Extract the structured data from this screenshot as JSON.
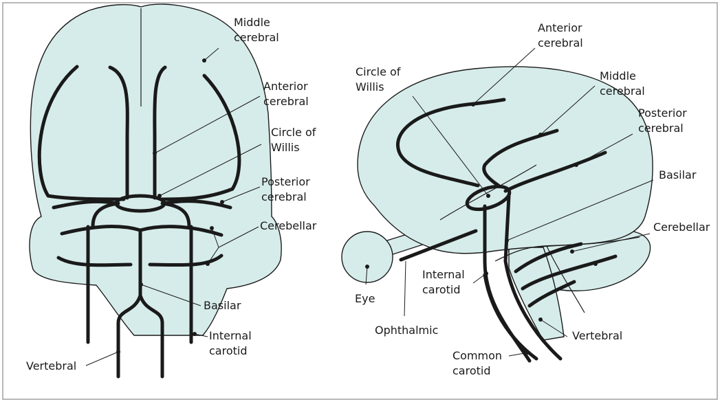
{
  "colors": {
    "tissue": "#d6ecea",
    "vessel": "#1a1a1a",
    "frame": "#888888"
  },
  "front_view": {
    "middle_cerebral": [
      "Middle",
      "cerebral"
    ],
    "anterior_cerebral": [
      "Anterior",
      "cerebral"
    ],
    "circle_of_willis": [
      "Circle of",
      "Willis"
    ],
    "posterior_cerebral": [
      "Posterior",
      "cerebral"
    ],
    "cerebellar": "Cerebellar",
    "basilar": "Basilar",
    "internal_carotid": [
      "Internal",
      "carotid"
    ],
    "vertebral": "Vertebral"
  },
  "side_view": {
    "anterior_cerebral": [
      "Anterior",
      "cerebral"
    ],
    "circle_of_willis": [
      "Circle of",
      "Willis"
    ],
    "middle_cerebral": [
      "Middle",
      "cerebral"
    ],
    "posterior_cerebral": [
      "Posterior",
      "cerebral"
    ],
    "basilar": "Basilar",
    "cerebellar": "Cerebellar",
    "eye": "Eye",
    "internal_carotid": [
      "Internal",
      "carotid"
    ],
    "ophthalmic": "Ophthalmic",
    "vertebral": "Vertebral",
    "common_carotid": [
      "Common",
      "carotid"
    ]
  }
}
